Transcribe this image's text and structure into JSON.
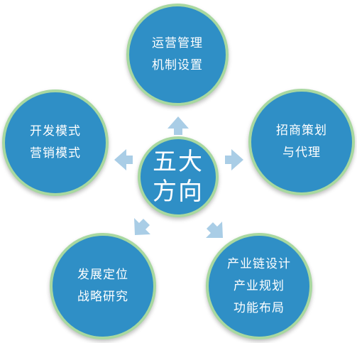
{
  "center": {
    "lines": [
      "五大",
      "方向"
    ]
  },
  "nodes": [
    {
      "id": "top",
      "lines": [
        "运营管理",
        "机制设置"
      ]
    },
    {
      "id": "left",
      "lines": [
        "开发模式",
        "营销模式"
      ]
    },
    {
      "id": "right",
      "lines": [
        "招商策划",
        "与代理"
      ]
    },
    {
      "id": "bottom-left",
      "lines": [
        "发展定位",
        "战略研究"
      ]
    },
    {
      "id": "bottom-right",
      "lines": [
        "产业链设计",
        "产业规划",
        "功能布局"
      ]
    }
  ],
  "colors": {
    "node_fill": "#2f8fc6",
    "node_border": "#a8d8a0",
    "arrow": "#a9cde6"
  }
}
